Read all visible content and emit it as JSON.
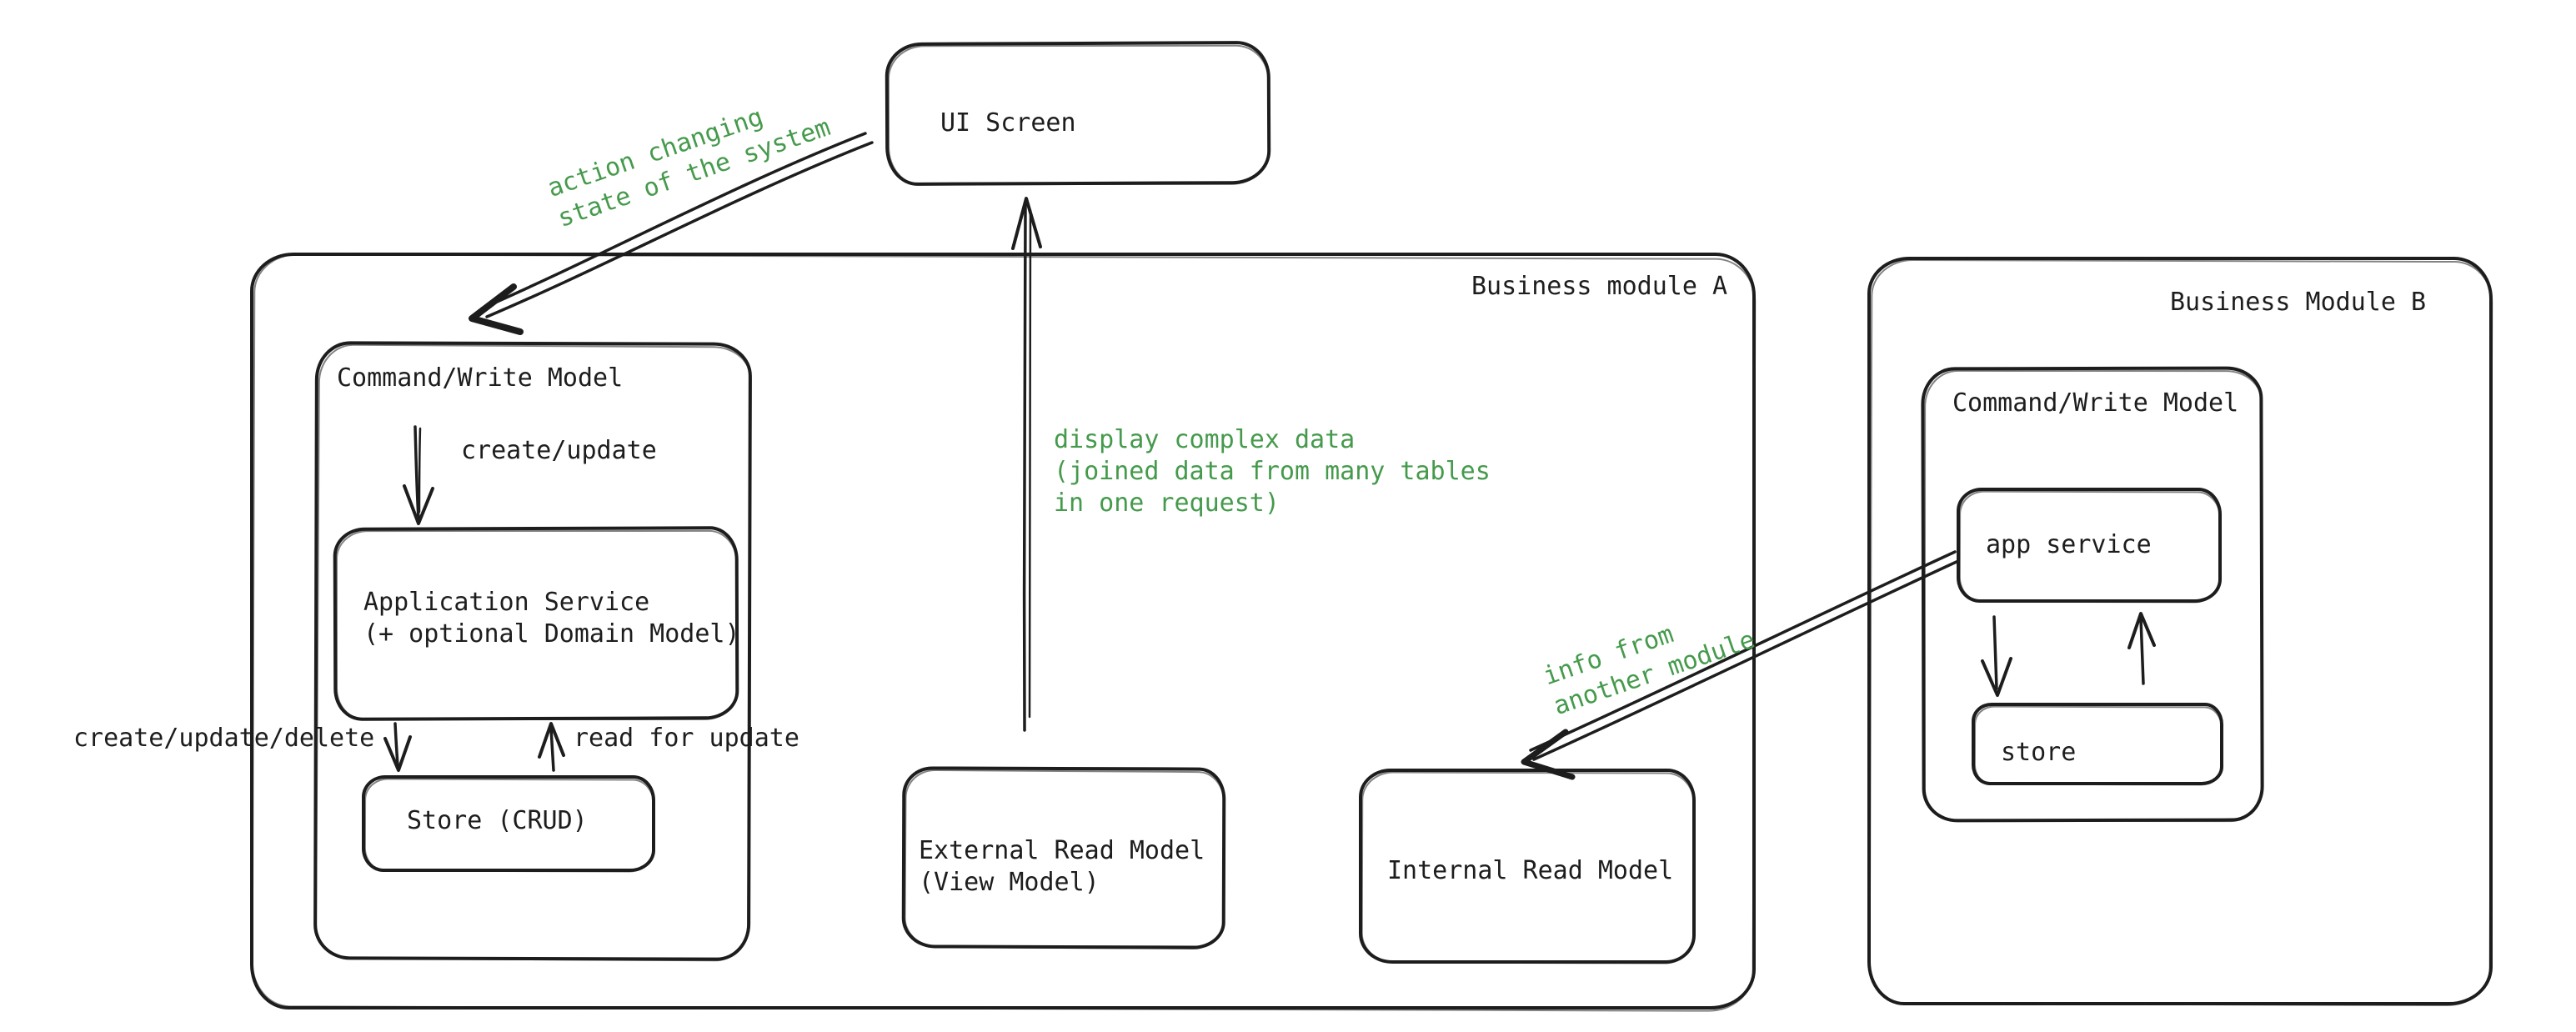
{
  "diagram": {
    "colors": {
      "ink": "#1d1d1d",
      "accent_green": "#459a4c",
      "background": "#ffffff"
    },
    "nodes": {
      "ui_screen": {
        "label": "UI Screen"
      },
      "module_a": {
        "label": "Business module A"
      },
      "module_a_command_model": {
        "label": "Command/Write Model"
      },
      "application_service": {
        "line1": "Application Service",
        "line2": "(+ optional Domain Model)"
      },
      "store_crud": {
        "label": "Store (CRUD)"
      },
      "external_read_model": {
        "line1": "External Read Model",
        "line2": "(View Model)"
      },
      "internal_read_model": {
        "label": "Internal Read Model"
      },
      "module_b": {
        "label": "Business Module B"
      },
      "module_b_command_model": {
        "label": "Command/Write Model"
      },
      "app_service": {
        "label": "app service"
      },
      "store_b": {
        "label": "store"
      }
    },
    "edge_labels": {
      "action_changing": {
        "line1": "action changing",
        "line2": "state of the system"
      },
      "create_update": "create/update",
      "create_update_delete": "create/update/delete",
      "read_for_update": "read for update",
      "display_complex": {
        "line1": "display complex data",
        "line2": "(joined data from many tables",
        "line3": "in one request)"
      },
      "info_from": {
        "line1": "info from",
        "line2": "another module"
      }
    }
  }
}
